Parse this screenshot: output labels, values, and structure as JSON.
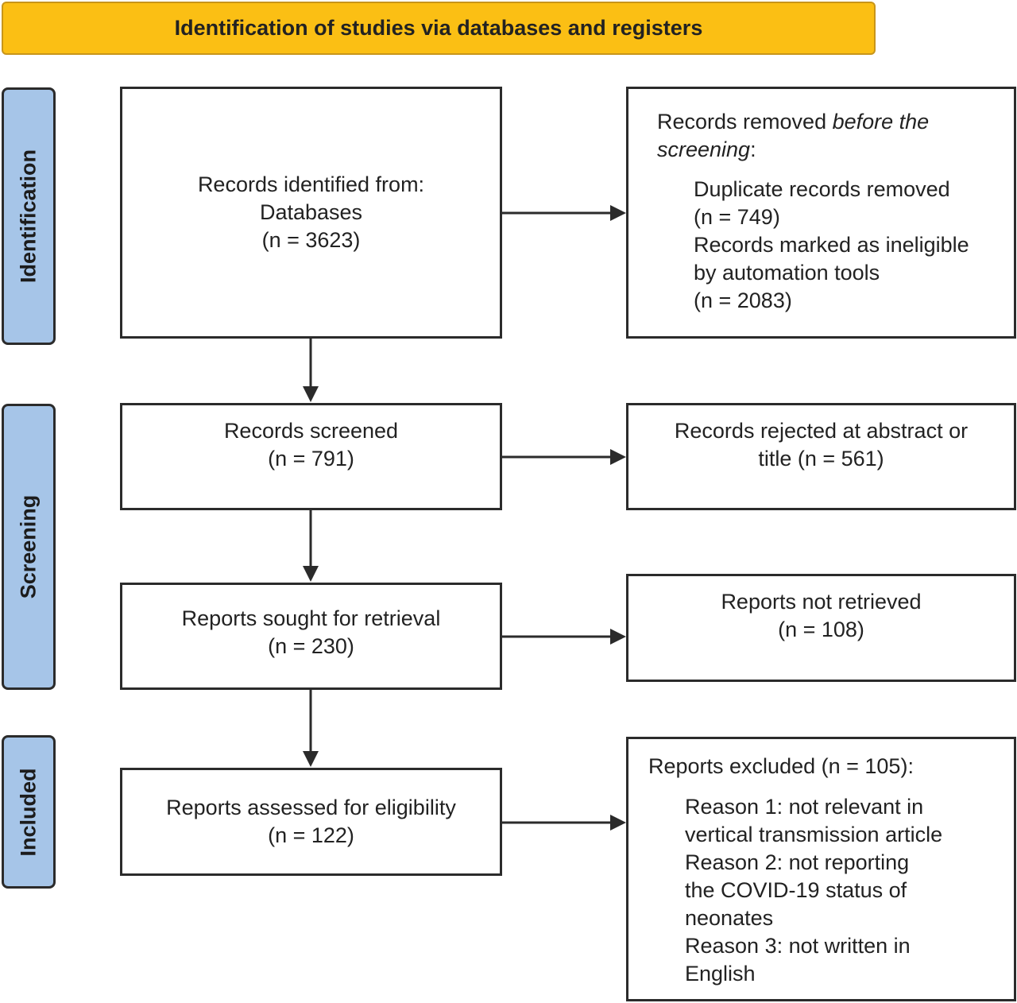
{
  "header": {
    "title": "Identification of studies via databases and registers"
  },
  "stages": {
    "identification": "Identification",
    "screening": "Screening",
    "included": "Included"
  },
  "identified": {
    "line1": "Records identified from:",
    "line2": "Databases",
    "count": "(n = 3623)"
  },
  "removed": {
    "intro_plain": "Records removed ",
    "intro_italic_1": "before the",
    "intro_italic_2": "screening",
    "intro_colon": ":",
    "duplicates_label": "Duplicate records removed",
    "duplicates_count": "(n = 749)",
    "ineligible_line1": "Records marked as ineligible",
    "ineligible_line2": "by automation tools",
    "ineligible_count": "(n = 2083)"
  },
  "screened": {
    "label": "Records screened",
    "count": "(n = 791)"
  },
  "rejected": {
    "line1": "Records rejected at abstract or",
    "line2": "title (n = 561)"
  },
  "sought": {
    "label": "Reports sought for retrieval",
    "count": "(n = 230)"
  },
  "not_retrieved": {
    "label": "Reports not retrieved",
    "count": "(n = 108)"
  },
  "assessed": {
    "label": "Reports assessed for eligibility",
    "count": "(n = 122)"
  },
  "excluded": {
    "heading": "Reports excluded (n = 105):",
    "reason1_line1": "Reason 1: not relevant in",
    "reason1_line2": "vertical transmission article",
    "reason2_line1": "Reason 2: not reporting",
    "reason2_line2": "the COVID-19 status of",
    "reason2_line3": "neonates",
    "reason3_line1": "Reason 3: not written in",
    "reason3_line2": "English"
  },
  "colors": {
    "banner": "#fbbf14",
    "stage": "#a6c5e8",
    "border": "#2b2b2b"
  }
}
